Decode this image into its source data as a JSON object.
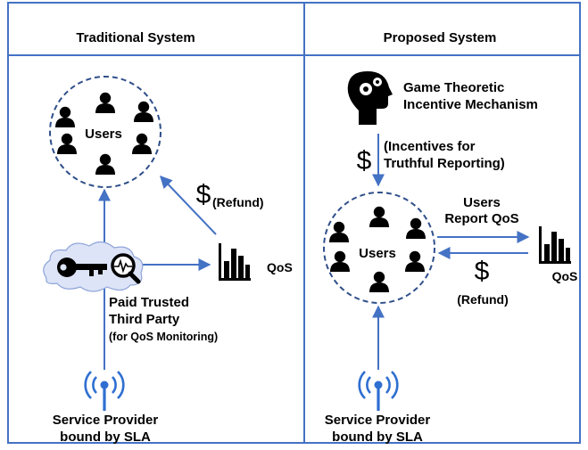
{
  "panels": {
    "left": {
      "title": "Traditional System",
      "users_label": "Users",
      "refund_symbol": "$",
      "refund_label": "(Refund)",
      "qos_label": "QoS",
      "third_party_line1": "Paid Trusted",
      "third_party_line2": "Third Party",
      "third_party_line3": "(for QoS Monitoring)",
      "provider_line1": "Service Provider",
      "provider_line2": "bound by SLA"
    },
    "right": {
      "title": "Proposed System",
      "mechanism_line1": "Game Theoretic",
      "mechanism_line2": "Incentive Mechanism",
      "incentive_symbol": "$",
      "incentive_line1": "(Incentives for",
      "incentive_line2": "Truthful Reporting)",
      "users_label": "Users",
      "report_line1": "Users",
      "report_line2": "Report QoS",
      "refund_symbol": "$",
      "refund_label": "(Refund)",
      "qos_label": "QoS",
      "provider_line1": "Service Provider",
      "provider_line2": "bound by SLA"
    }
  },
  "colors": {
    "border": "#4472c4",
    "arrow": "#4472c4",
    "circle_dash": "#2f4f8a",
    "icon": "#000000",
    "cloud_fill": "#dde4f7"
  },
  "icons": [
    "person-icon",
    "bar-chart-icon",
    "antenna-icon",
    "key-icon",
    "magnifier-icon",
    "cloud-icon",
    "head-gears-icon"
  ]
}
